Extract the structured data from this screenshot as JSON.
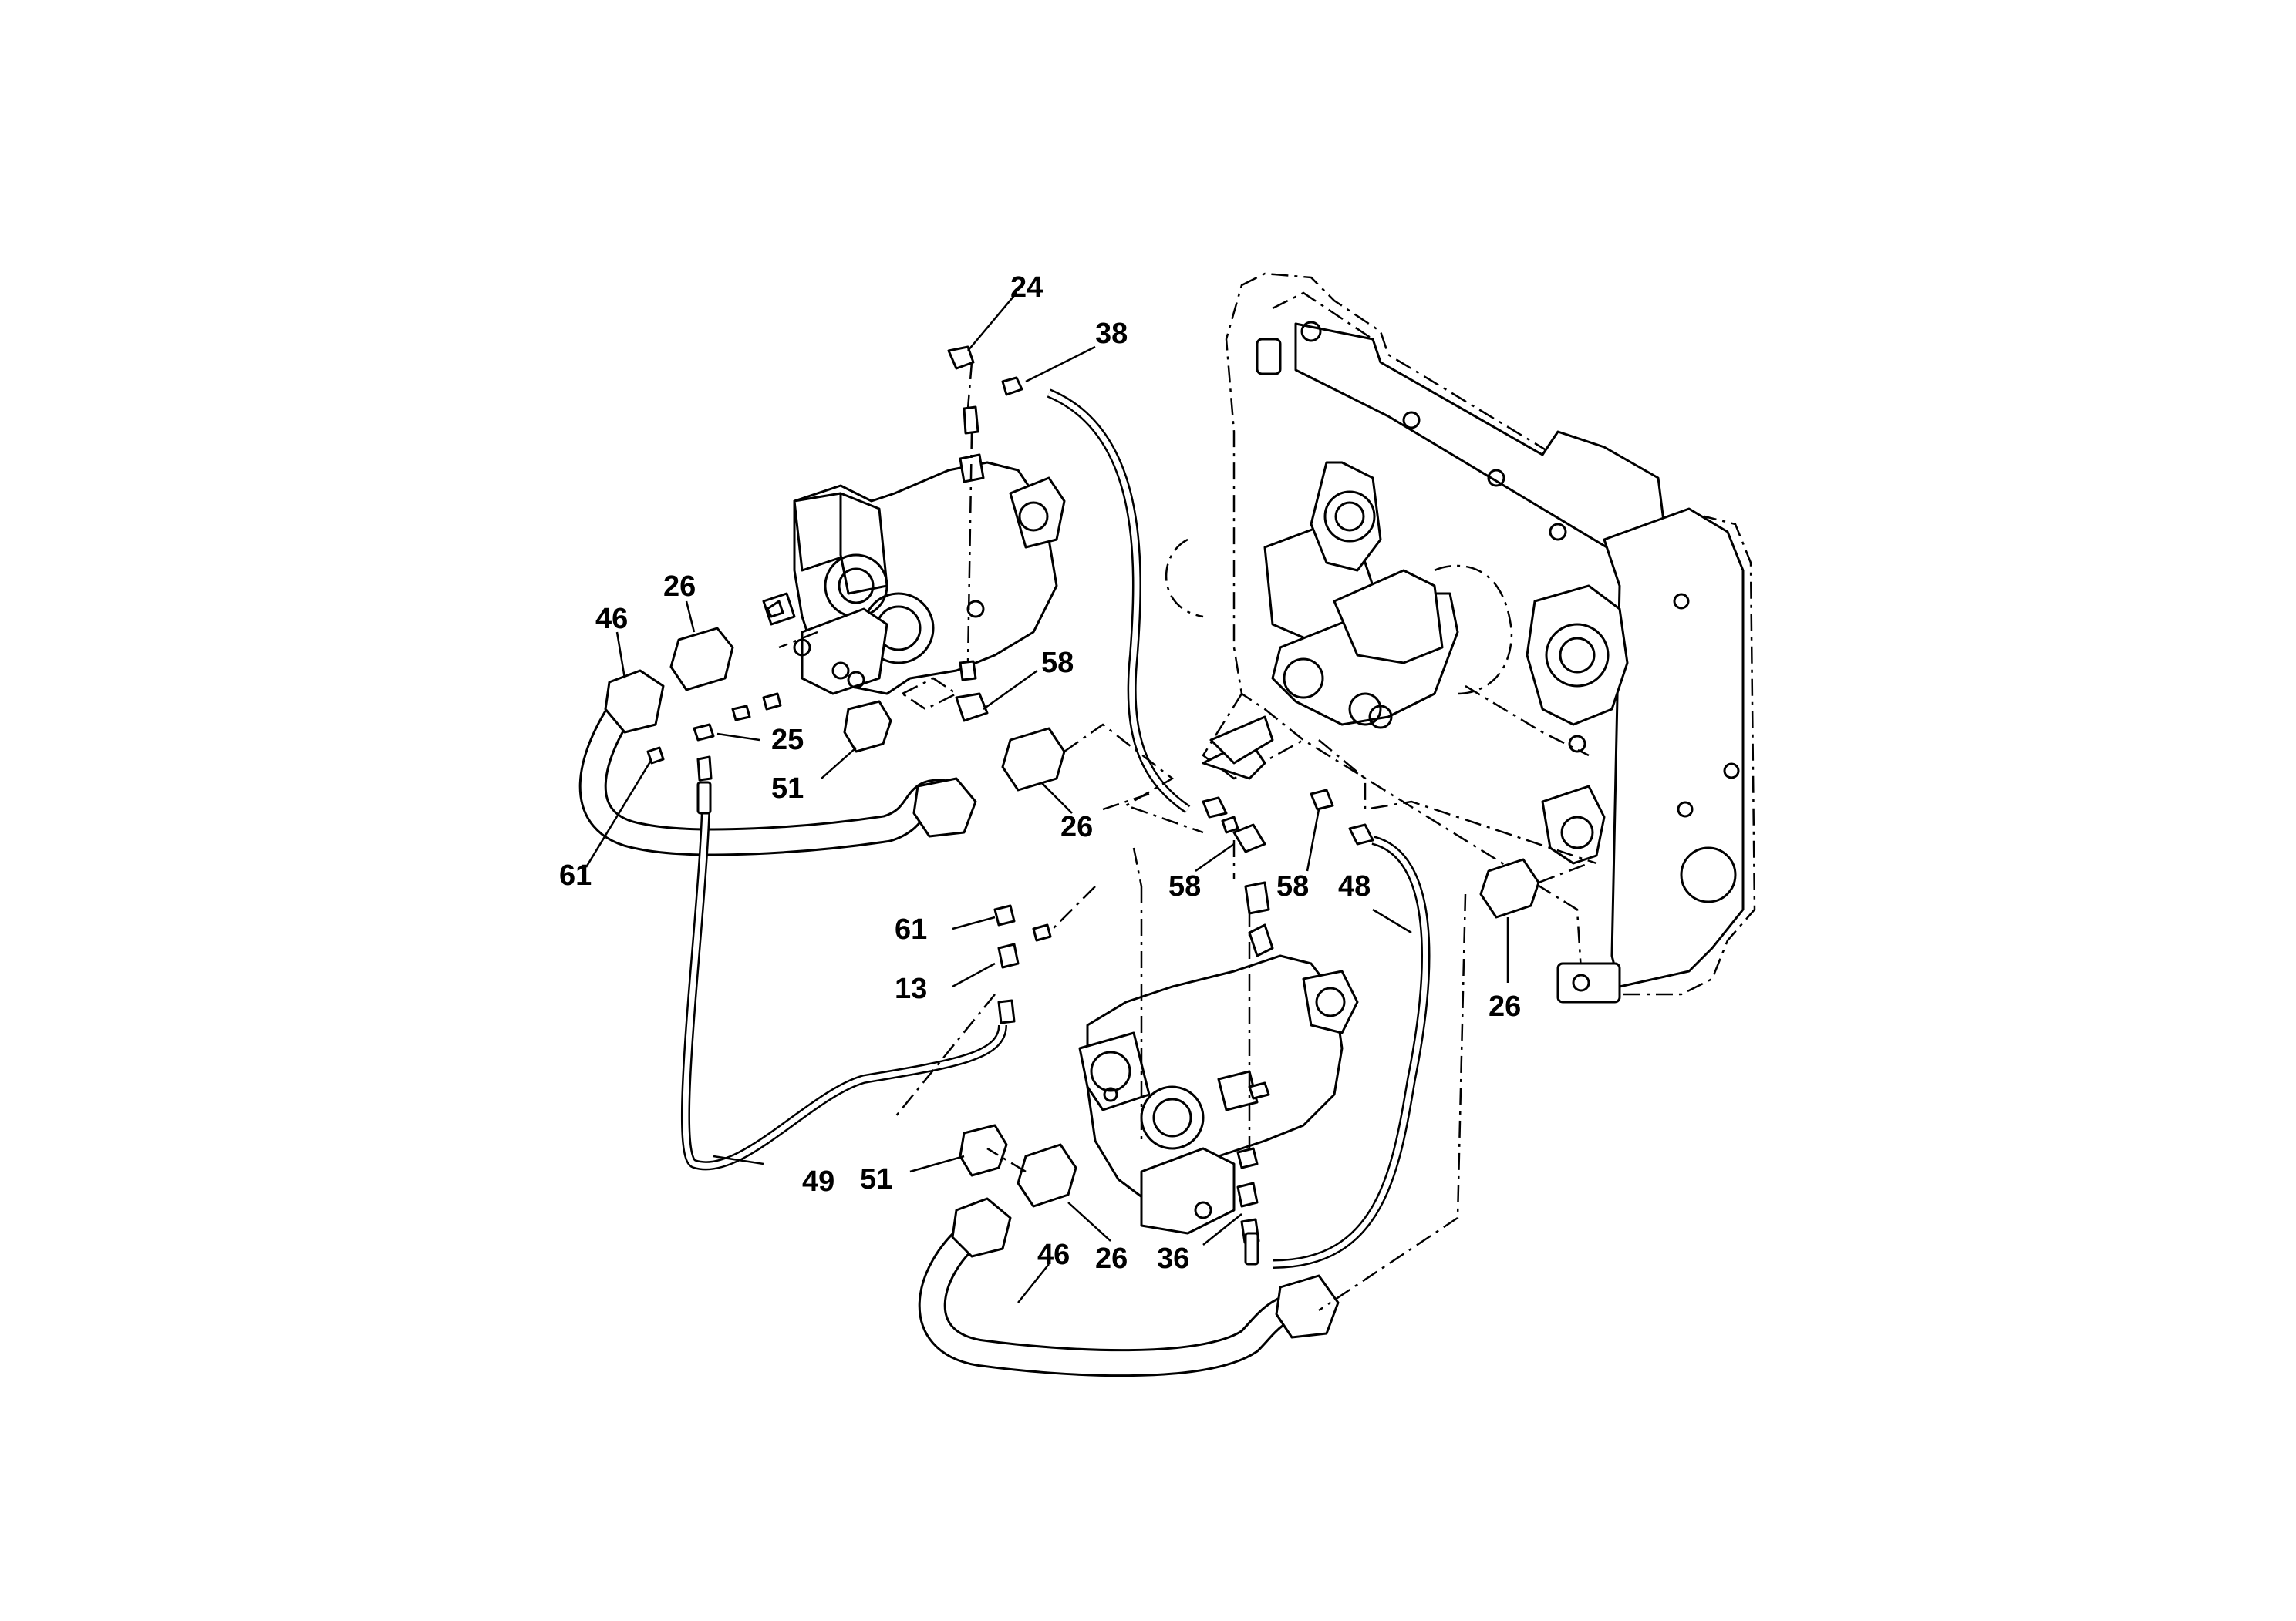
{
  "diagram": {
    "callouts": {
      "c24": "24",
      "c38": "38",
      "c26a": "26",
      "c46a": "46",
      "c58a": "58",
      "c25": "25",
      "c51a": "51",
      "c61a": "61",
      "c26b": "26",
      "c58b": "58",
      "c58c": "58",
      "c48": "48",
      "c61b": "61",
      "c13": "13",
      "c26c": "26",
      "c49": "49",
      "c51b": "51",
      "c46b": "46",
      "c26d": "26",
      "c36": "36"
    }
  }
}
